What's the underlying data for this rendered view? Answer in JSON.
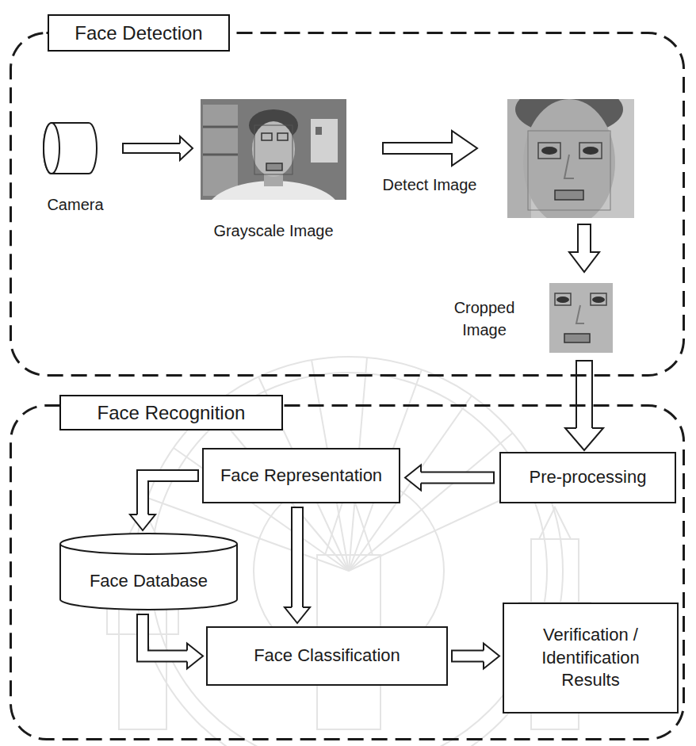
{
  "diagram": {
    "nodes": [
      {
        "text": [
          "Face Detection"
        ]
      },
      {
        "text": [
          "Camera"
        ],
        "in": 0
      },
      {
        "text": [
          "Grayscale Image"
        ],
        "in": 0
      },
      {
        "text": [
          "Cropped Image"
        ],
        "in": 0
      },
      {
        "text": [
          "Face Recognition"
        ]
      },
      {
        "text": [
          "Face Representation"
        ],
        "in": 4
      },
      {
        "text": [
          "Pre-processing"
        ],
        "in": 4
      },
      {
        "text": [
          "Face Database"
        ],
        "in": 4
      },
      {
        "text": [
          "Face Classification"
        ],
        "in": 4
      },
      {
        "text": [
          "Verification / Identification Results"
        ],
        "in": 4
      }
    ],
    "edges": [
      {
        "from": 1,
        "to": 2,
        "arrow": "to"
      },
      {
        "from": 3,
        "to": 6,
        "arrow": "to"
      },
      {
        "from": 6,
        "to": 5,
        "arrow": "to"
      },
      {
        "from": 5,
        "to": 7,
        "arrow": "to"
      },
      {
        "from": 5,
        "to": 8,
        "arrow": "to"
      },
      {
        "from": 7,
        "to": 8,
        "arrow": "to"
      },
      {
        "from": 8,
        "to": 9,
        "arrow": "to"
      }
    ],
    "labels": [
      "Detect Image"
    ]
  }
}
